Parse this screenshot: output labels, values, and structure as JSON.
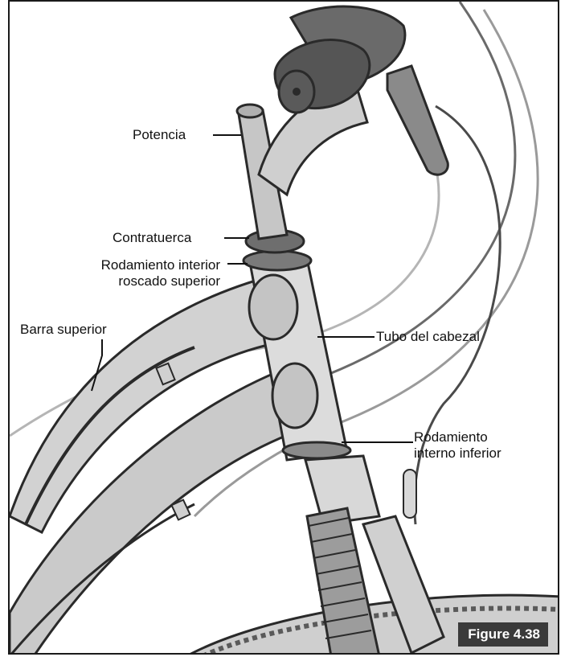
{
  "figure": {
    "badge": "Figure 4.38",
    "labels": {
      "stem": "Potencia",
      "locknut": "Contratuerca",
      "upper_bearing_line1": "Rodamiento interior",
      "upper_bearing_line2": "roscado superior",
      "top_tube": "Barra superior",
      "head_tube": "Tubo del cabezal",
      "lower_bearing_line1": "Rodamiento",
      "lower_bearing_line2": "interno inferior"
    }
  },
  "colors": {
    "frame_light": "#d4d4d4",
    "frame_mid": "#b0b0b0",
    "frame_dark": "#8a8a8a",
    "outline": "#2a2a2a",
    "badge_bg": "#3a3a3a"
  }
}
